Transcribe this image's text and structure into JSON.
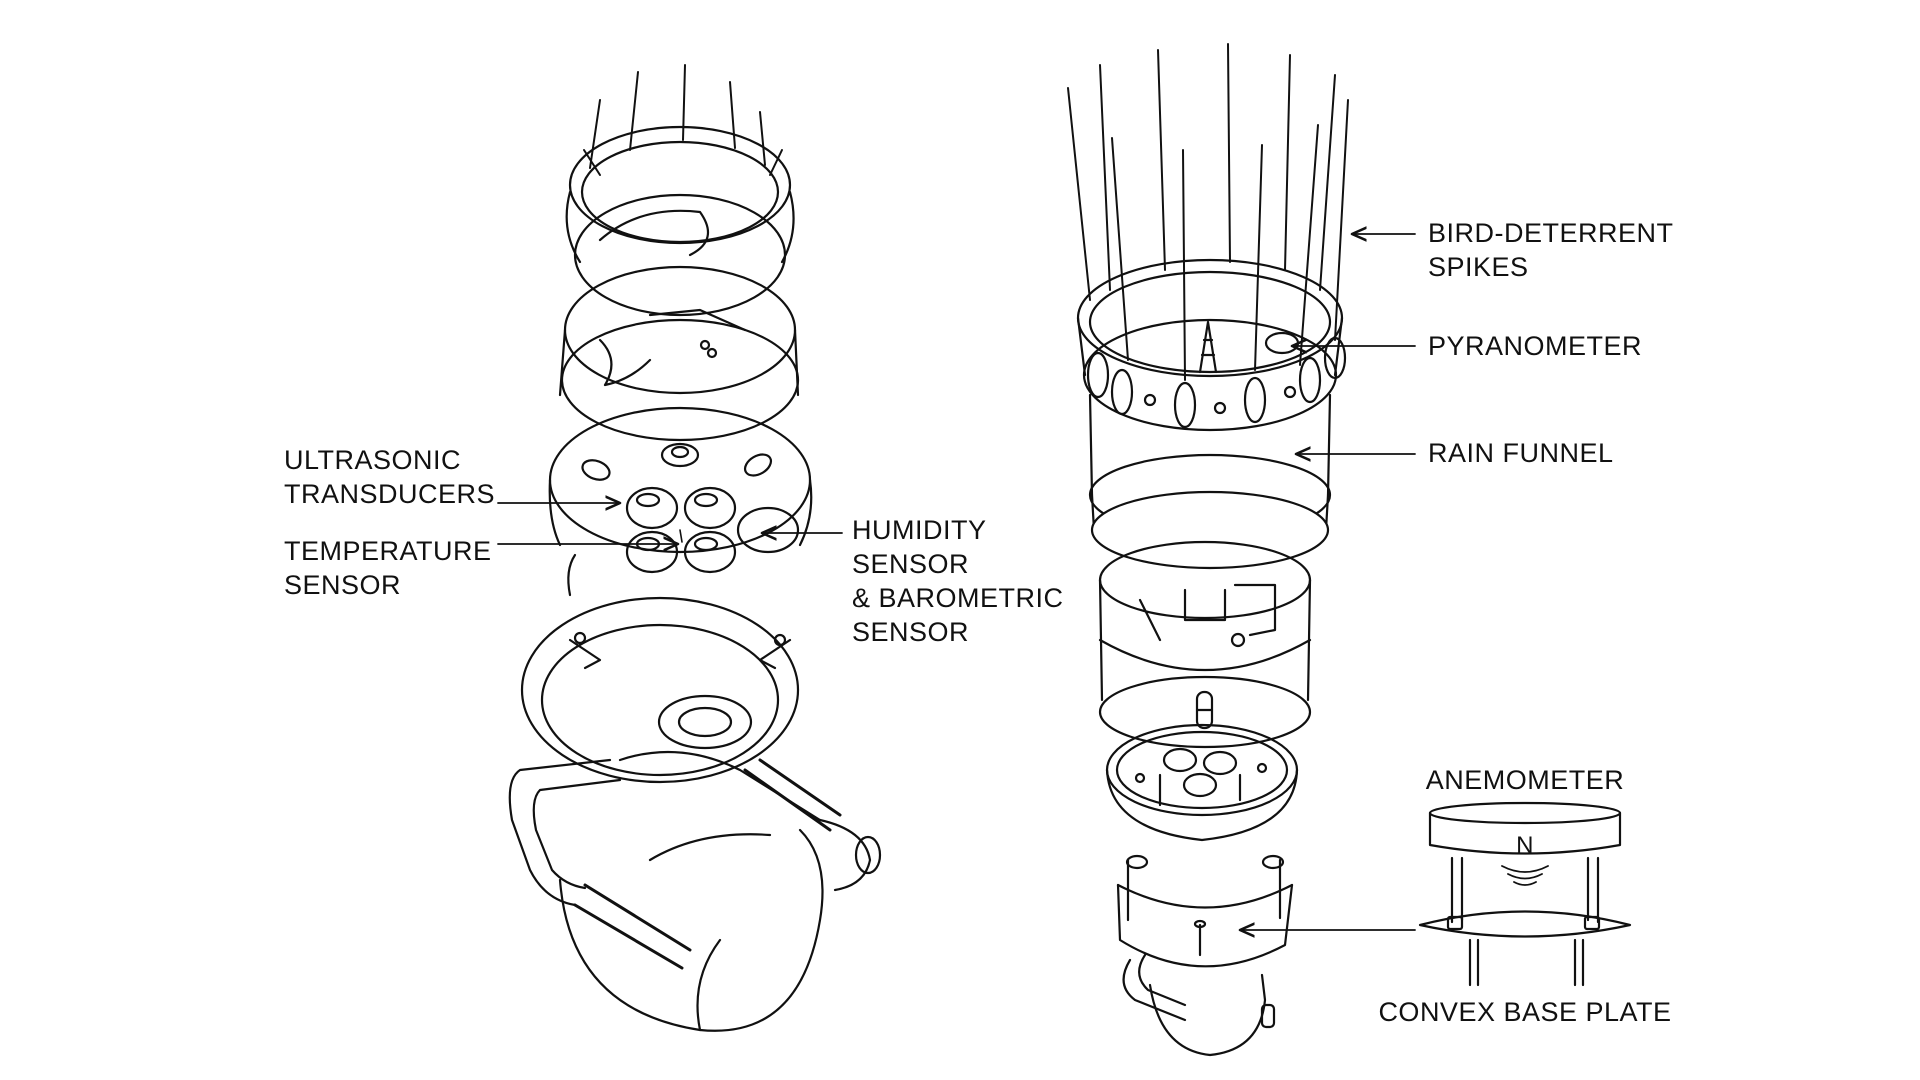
{
  "labels": {
    "ultrasonic": [
      "ULTRASONIC",
      "TRANSDUCERS"
    ],
    "temperature": [
      "TEMPERATURE",
      "SENSOR"
    ],
    "humidity": [
      "HUMIDITY",
      "SENSOR",
      "& BAROMETRIC",
      "SENSOR"
    ],
    "bird": [
      "BIRD-DETERRENT",
      "SPIKES"
    ],
    "pyranometer": "PYRANOMETER",
    "rain_funnel": "RAIN FUNNEL",
    "anemometer": "ANEMOMETER",
    "anemometer_n": "N",
    "base_plate": "CONVEX BASE PLATE"
  },
  "colors": {
    "line": "#111111",
    "background": "#ffffff"
  }
}
